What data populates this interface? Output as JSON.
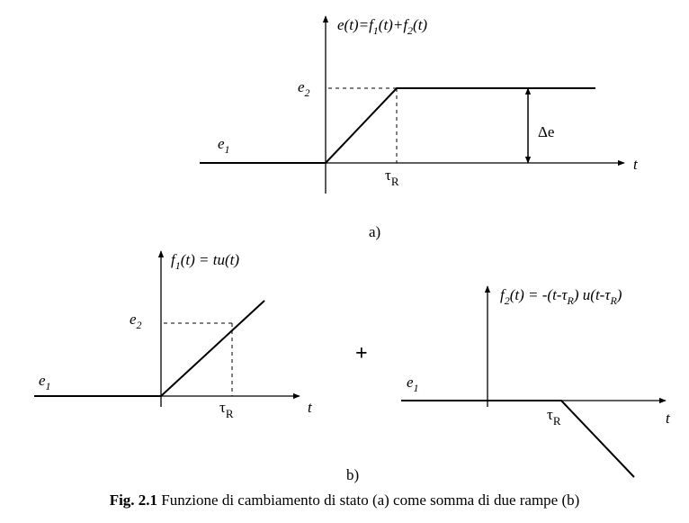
{
  "fig_a": {
    "y_label": {
      "base": "e(t)=f",
      "sub1": "1",
      "mid": "(t)+f",
      "sub2": "2",
      "end": "(t)"
    },
    "e2": {
      "base": "e",
      "sub": "2"
    },
    "e1": {
      "base": "e",
      "sub": "1"
    },
    "delta": "Δe",
    "t": "t",
    "tau": {
      "base": "τ",
      "sub": "R"
    },
    "sublabel": "a)"
  },
  "fig_b1": {
    "y_label": {
      "base": "f",
      "sub": "1",
      "rest": "(t) = tu(t)"
    },
    "e2": {
      "base": "e",
      "sub": "2"
    },
    "e1": {
      "base": "e",
      "sub": "1"
    },
    "t": "t",
    "tau": {
      "base": "τ",
      "sub": "R"
    }
  },
  "plus": "+",
  "fig_b2": {
    "y_label": {
      "base": "f",
      "sub": "2",
      "p1": "(t) = -(t-τ",
      "sub_r1": "R",
      "p2": ") u(t-τ",
      "sub_r2": "R",
      "p3": ")"
    },
    "e1": {
      "base": "e",
      "sub": "1"
    },
    "t": "t",
    "tau": {
      "base": "τ",
      "sub": "R"
    }
  },
  "sublabel_b": "b)",
  "caption": {
    "bold": "Fig. 2.1",
    "text": " Funzione di cambiamento di stato (a) come somma di due rampe (b)"
  }
}
